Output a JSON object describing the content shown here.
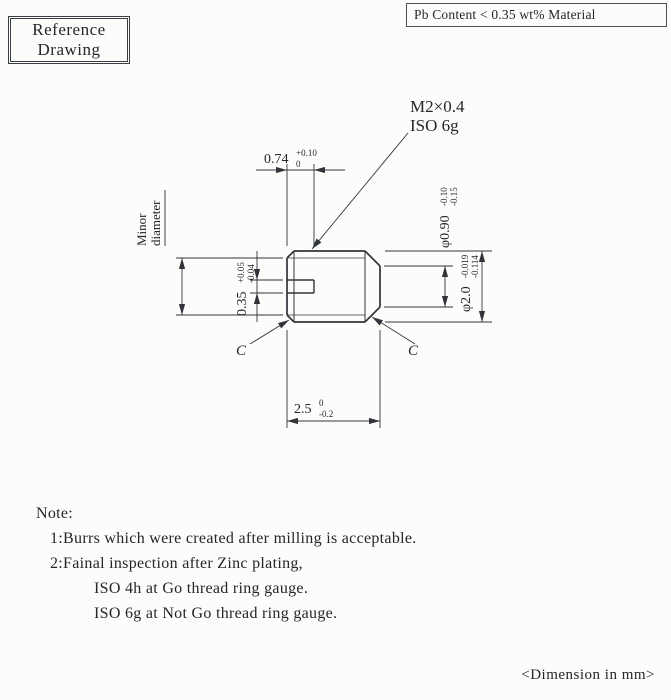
{
  "header": {
    "reference_box": {
      "line1": "Reference",
      "line2": "Drawing"
    },
    "material_note": "Pb Content < 0.35 wt% Material"
  },
  "drawing": {
    "thread_spec": "M2×0.4",
    "thread_class": "ISO 6g",
    "minor_diameter_label": {
      "line1": "Minor",
      "line2": "diameter"
    },
    "chamfer_label": "C",
    "dim_slot_depth": {
      "value": "0.74",
      "tol_upper": "+0.10",
      "tol_lower": "0"
    },
    "dim_slot_width": {
      "value": "0.35",
      "tol_upper": "+0.05",
      "tol_lower": "-0.04"
    },
    "dim_point_diameter": {
      "value": "φ0.90",
      "tol_upper": "-0.10",
      "tol_lower": "-0.15"
    },
    "dim_major_diameter": {
      "value": "φ2.0",
      "tol_upper": "-0.019",
      "tol_lower": "-0.114"
    },
    "dim_length": {
      "value": "2.5",
      "tol_upper": "0",
      "tol_lower": "-0.2"
    }
  },
  "notes": {
    "title": "Note:",
    "lines": [
      "1:Burrs which were created after milling is acceptable.",
      "2:Fainal inspection after Zinc plating,",
      "ISO 4h at Go thread ring gauge.",
      "ISO 6g at Not Go thread ring gauge."
    ]
  },
  "footer": {
    "unit_note": "<Dimension in mm>"
  }
}
